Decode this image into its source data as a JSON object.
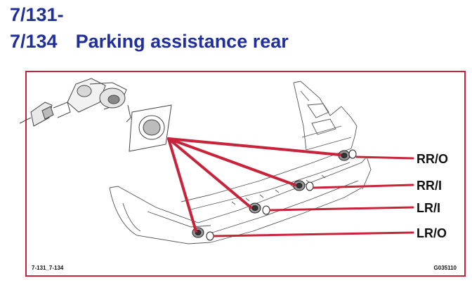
{
  "header": {
    "section_numbers_line1": "7/131-",
    "section_numbers_line2": "7/134",
    "title": "Parking assistance rear",
    "title_color": "#1f2f9e"
  },
  "figure": {
    "frame_color": "#c8233a",
    "leader_color": "#c8233a",
    "bottom_left_code": "7-131_7-134",
    "bottom_right_code": "G035110",
    "sensor_labels": [
      {
        "id": "rr-o",
        "label": "RR/O"
      },
      {
        "id": "rr-i",
        "label": "RR/I"
      },
      {
        "id": "lr-i",
        "label": "LR/I"
      },
      {
        "id": "lr-o",
        "label": "LR/O"
      }
    ]
  }
}
